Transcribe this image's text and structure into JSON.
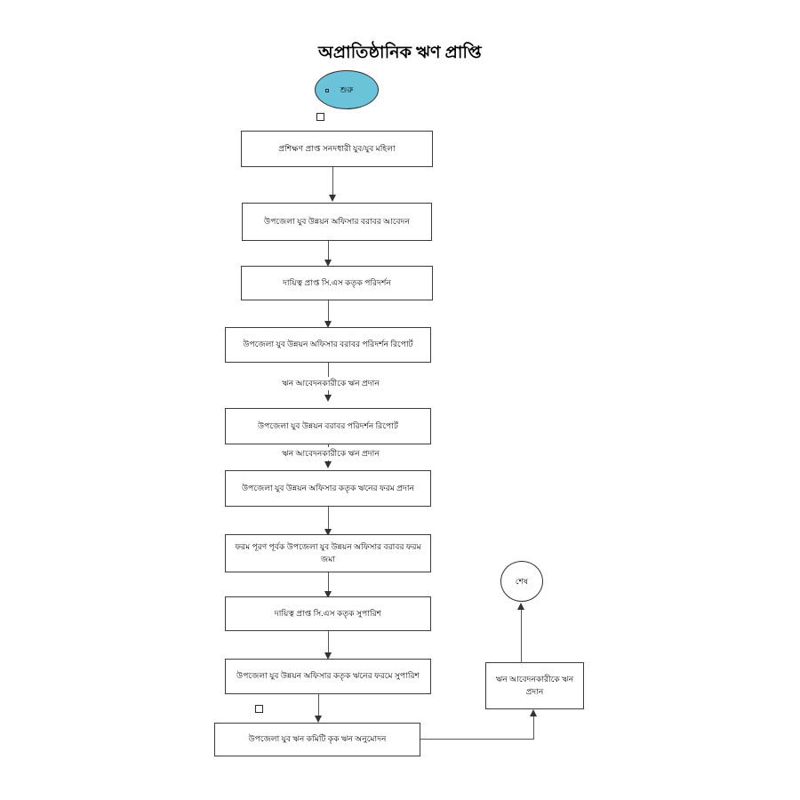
{
  "diagram": {
    "title": "অপ্রাতিষ্ঠানিক ঋণ প্রাপ্তি",
    "type": "flowchart",
    "orientation": "top-to-bottom",
    "colors": {
      "start_fill": "#6bc3da",
      "end_fill": "#ffffff",
      "node_border": "#3b3b3b",
      "edge": "#555555",
      "text": "#000000",
      "background": "#ffffff"
    },
    "terminators": {
      "start": "শুরু",
      "end": "শেষ"
    },
    "nodes": [
      {
        "id": "n1",
        "label": "প্রশিক্ষণ প্রাপ্ত সনদধারী যুব/যুব মহিলা"
      },
      {
        "id": "n2",
        "label": "উপজেলা যুব উন্নয়ন অফিসার বরাবর আবেদন"
      },
      {
        "id": "n3",
        "label": "দায়িত্ব প্রাপ্ত সি.এস কতৃক পরিদর্শন"
      },
      {
        "id": "n4",
        "label": "উপজেলা যুব উন্নয়ন অফিসার বরাবর পরিদর্শন রিপোর্ট"
      },
      {
        "id": "n5",
        "label": "উপজেলা যুব উন্নয়ন বরাবর পরিদর্শন রিপোর্ট"
      },
      {
        "id": "n6",
        "label": "উপজেলা যুব উন্নয়ন অফিসার কতৃক ঋনের ফরম প্রদান"
      },
      {
        "id": "n7",
        "label": "ফরম পূরণ পূর্বক উপজেলা যুব উন্নয়ন অফিসার বরাবর ফরম জমা"
      },
      {
        "id": "n8",
        "label": "দায়িত্ব প্রাপ্ত সি.এস কতৃক সুপারিশ"
      },
      {
        "id": "n9",
        "label": "উপজেলা যুব উন্নয়ন অফিসার কতৃক ঋনের ফরমে সুপারিশ"
      },
      {
        "id": "n10",
        "label": "উপজেলা যুব ঋন কমিটি কৃক ঋন অনুমোদন"
      },
      {
        "id": "n11",
        "label": "ঋন আবেদনকারীকে ঋন প্রদান"
      }
    ],
    "edge_labels": [
      {
        "id": "e1",
        "label": "ঋন আবেদনকারীকে ঋন প্রদান",
        "between": "n4-n5"
      },
      {
        "id": "e2",
        "label": "ঋন আবেদনকারীকে ঋন প্রদান",
        "between": "n5-n6"
      }
    ]
  }
}
